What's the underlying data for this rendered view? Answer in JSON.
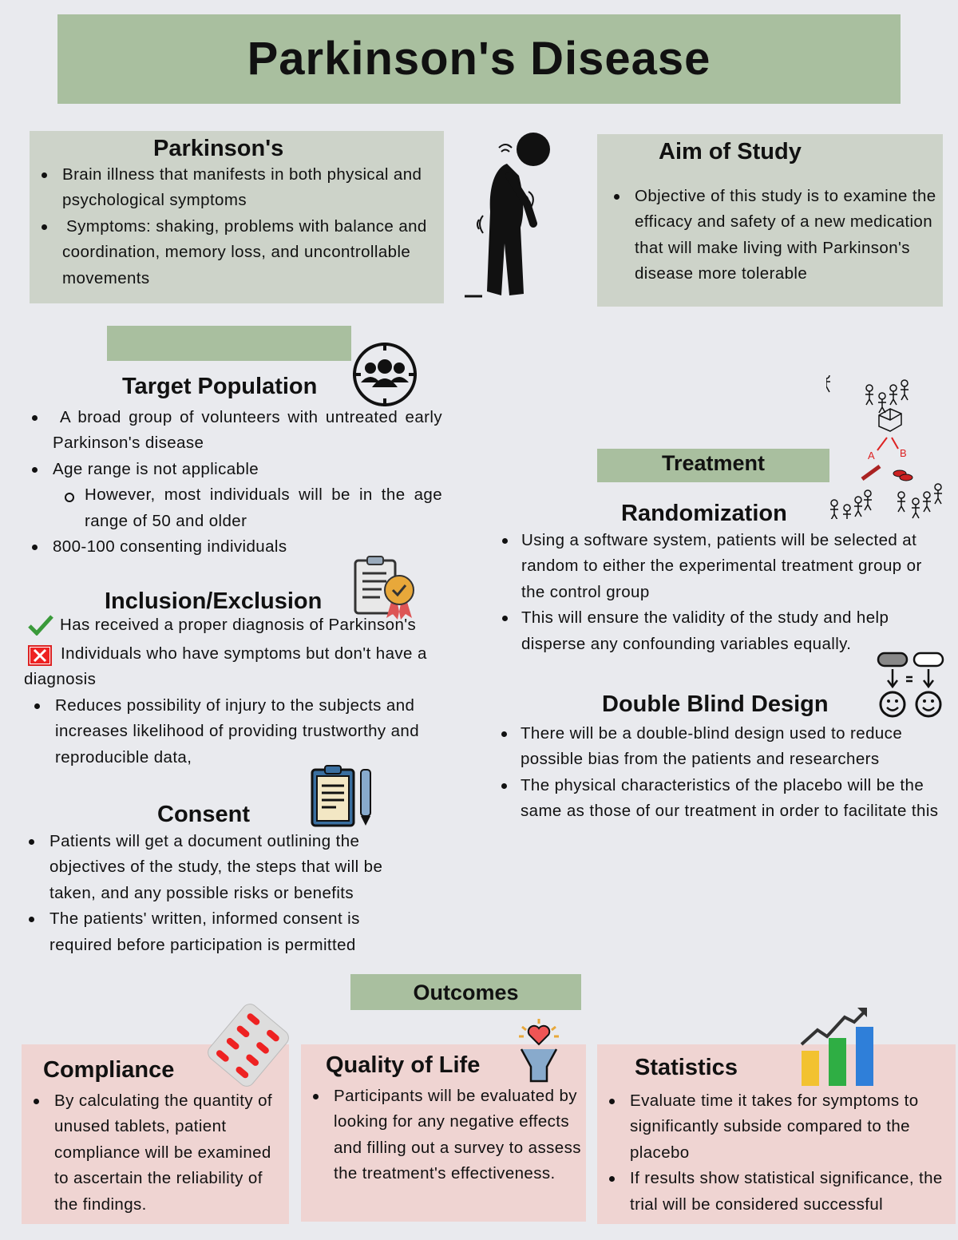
{
  "title": "Parkinson's Disease",
  "parkinsons": {
    "heading": "Parkinson's",
    "bullets": [
      "Brain illness that manifests  in both physical and psychological symptoms",
      "Symptoms: shaking, problems with balance and coordination, memory loss, and uncontrollable movements"
    ]
  },
  "aim": {
    "heading": "Aim of Study",
    "bullets": [
      "Objective of this study is to examine the efficacy and safety of a  new medication that will make living with Parkinson's disease more tolerable"
    ]
  },
  "target": {
    "heading": "Target Population",
    "bullets": [
      "A broad group of volunteers with untreated early Parkinson's disease",
      "Age range is not applicable",
      "However, most individuals will be in the age range of 50 and older",
      "800-100 consenting individuals"
    ]
  },
  "inclusion": {
    "heading": "Inclusion/Exclusion",
    "include": "Has received a proper diagnosis of Parkinson's",
    "exclude": "Individuals who have symptoms but don't have a diagnosis",
    "bullets": [
      "Reduces possibility of injury to the subjects and increases likelihood of providing trustworthy and reproducible data,"
    ]
  },
  "consent": {
    "heading": "Consent",
    "bullets": [
      "Patients will get a document outlining the objectives of the study, the steps that will be taken, and any possible risks or benefits",
      "The patients' written, informed consent is required before participation is permitted"
    ]
  },
  "treatment": {
    "label": "Treatment",
    "group_a": "A",
    "group_b": "B"
  },
  "randomization": {
    "heading": "Randomization",
    "bullets": [
      "Using a software system, patients will be selected at random to either the experimental treatment group or the control group",
      "This will ensure the validity of the study and help disperse any confounding variables equally."
    ]
  },
  "double_blind": {
    "heading": "Double Blind Design",
    "bullets": [
      "There will be a double-blind design used to reduce possible bias from the patients and researchers",
      "The physical characteristics of the placebo will be the same as those of our treatment in order to facilitate this"
    ]
  },
  "outcomes": {
    "label": "Outcomes"
  },
  "compliance": {
    "heading": "Compliance",
    "bullets": [
      "By calculating the quantity of unused tablets, patient compliance will be examined to ascertain the reliability of the findings."
    ]
  },
  "quality": {
    "heading": "Quality of Life",
    "bullets": [
      "Participants will be evaluated by looking for any negative effects and filling out a survey to assess the treatment's effectiveness."
    ]
  },
  "statistics": {
    "heading": "Statistics",
    "bullets": [
      "Evaluate time it takes for symptoms to significantly subside compared to the placebo",
      "If results show statistical significance, the trial will be considered successful"
    ]
  },
  "colors": {
    "green": "#a9bf9f",
    "gray_box": "#cdd3c9",
    "pink_box": "#efd4d2",
    "background": "#e9eaee"
  }
}
